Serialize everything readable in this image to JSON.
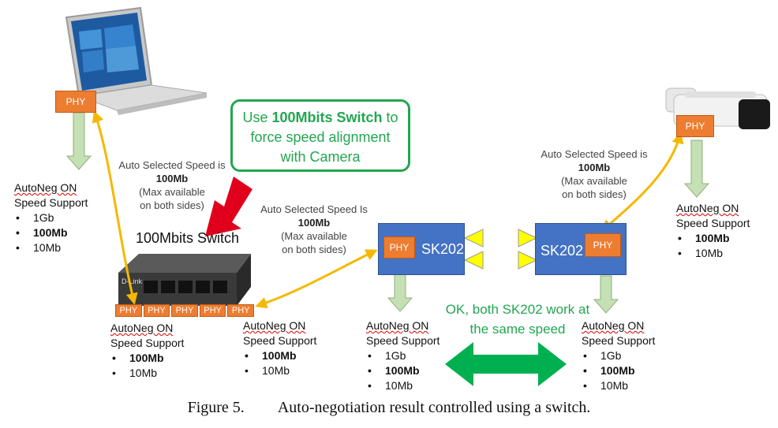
{
  "laptop": {
    "phy": "PHY",
    "spec": {
      "autoneg": "AutoNeg ON",
      "support": "Speed Support",
      "speeds": [
        "1Gb",
        "100Mb",
        "10Mb"
      ],
      "bold_index": 1
    }
  },
  "switch": {
    "label": "100Mbits Switch",
    "ports": [
      "PHY",
      "PHY",
      "PHY",
      "PHY",
      "PHY"
    ],
    "port_specs": [
      {
        "autoneg": "AutoNeg ON",
        "support": "Speed Support",
        "speeds": [
          "100Mb",
          "10Mb"
        ],
        "bold_index": 0
      },
      {
        "autoneg": "AutoNeg ON",
        "support": "Speed Support",
        "speeds": [
          "100Mb",
          "10Mb"
        ],
        "bold_index": 0
      }
    ]
  },
  "callout": {
    "pre": "Use ",
    "bold": "100Mbits Switch",
    "post": " to",
    "line2": "force speed alignment",
    "line3": "with Camera"
  },
  "notes": {
    "left": {
      "line1": "Auto Selected Speed is",
      "speed": "100Mb",
      "line3": "(Max available",
      "line4": "on both sides)"
    },
    "middle": {
      "line1": "Auto Selected Speed Is",
      "speed": "100Mb",
      "line3": "(Max available",
      "line4": "on both sides)"
    },
    "right": {
      "line1": "Auto Selected Speed is",
      "speed": "100Mb",
      "line3": "(Max available",
      "line4": "on both sides)"
    }
  },
  "sk_left": {
    "name": "SK202",
    "phy": "PHY",
    "spec": {
      "autoneg": "AutoNeg ON",
      "support": "Speed Support",
      "speeds": [
        "1Gb",
        "100Mb",
        "10Mb"
      ],
      "bold_index": 1
    }
  },
  "sk_right": {
    "name": "SK202",
    "phy": "PHY",
    "spec": {
      "autoneg": "AutoNeg ON",
      "support": "Speed Support",
      "speeds": [
        "1Gb",
        "100Mb",
        "10Mb"
      ],
      "bold_index": 1
    }
  },
  "camera": {
    "phy": "PHY",
    "spec": {
      "autoneg": "AutoNeg ON",
      "support": "Speed Support",
      "speeds": [
        "100Mb",
        "10Mb"
      ],
      "bold_index": 0
    }
  },
  "ok_text": {
    "line1": "OK, both SK202 work at",
    "line2": "the same speed"
  },
  "caption": {
    "number": "Figure 5.",
    "text": "Auto-negotiation result controlled using a switch."
  },
  "colors": {
    "phy": "#ed7d31",
    "sk": "#4472c4",
    "green": "#22a650",
    "yellow_link": "#f5b800",
    "arrow_fill": "#c5e0b4",
    "red_arrow": "#e0001b"
  }
}
